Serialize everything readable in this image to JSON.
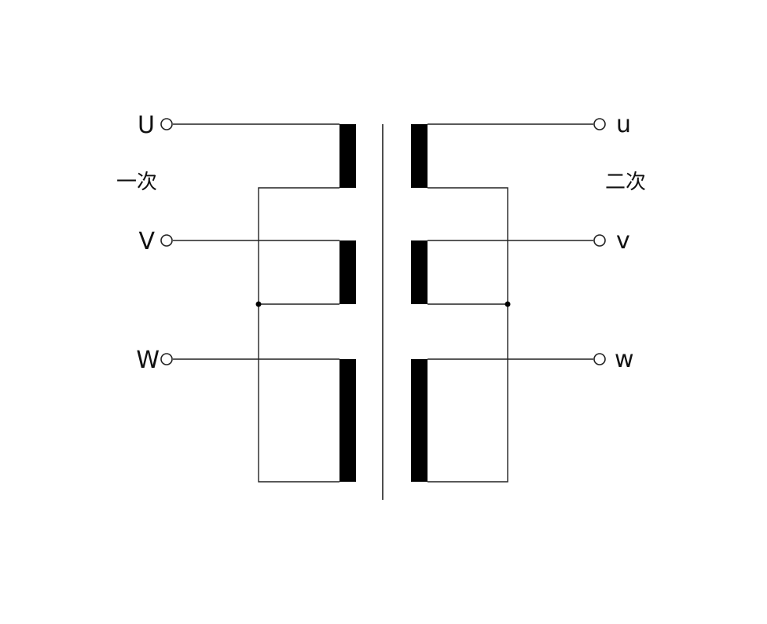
{
  "colors": {
    "line": "#222222",
    "winding": "#000000",
    "terminal_fill": "#ffffff"
  },
  "primary": {
    "group_label": "一次",
    "terminals": [
      {
        "label": "U"
      },
      {
        "label": "V"
      },
      {
        "label": "W"
      }
    ]
  },
  "secondary": {
    "group_label": "二次",
    "terminals": [
      {
        "label": "u"
      },
      {
        "label": "v"
      },
      {
        "label": "w"
      }
    ]
  },
  "connections": {
    "primary": "star",
    "secondary": "star"
  }
}
